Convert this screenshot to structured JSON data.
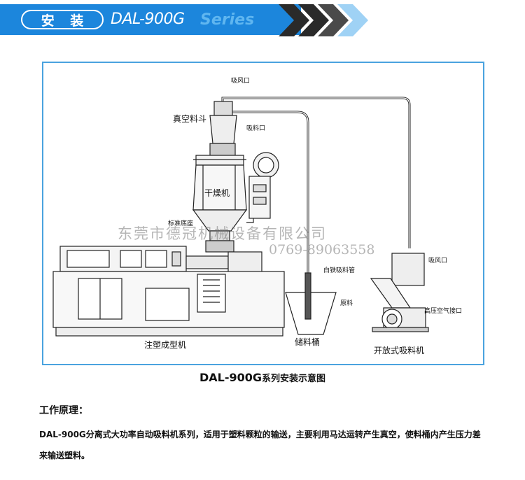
{
  "banner": {
    "title": "安 装",
    "model": "DAL-900G",
    "series": "Series",
    "colors": {
      "bar": "#1c86dc",
      "chevron_dark": "#2a2a2a",
      "chevron_light": "#9fd2f5"
    }
  },
  "diagram": {
    "labels": {
      "air_suction": "吸风口",
      "vacuum_hopper": "真空料斗",
      "material_inlet": "吸料口",
      "dryer": "干燥机",
      "standard_base": "标准底座",
      "white_iron_pipe": "白铁吸料管",
      "raw_material": "原料",
      "storage_bucket": "储料桶",
      "injection_machine": "注塑成型机",
      "air_suction_2": "吸风口",
      "high_pressure_air": "高压空气接口",
      "open_loader": "开放式吸料机"
    },
    "watermark": {
      "company": "东莞市德冠机械设备有限公司",
      "phone": "0769-89063558"
    }
  },
  "caption": {
    "model": "DAL-900G",
    "text": "系列安装示意图"
  },
  "principle": {
    "title": "工作原理：",
    "body": "DAL-900G分离式大功率自动吸料机系列，适用于塑料颗粒的输送，主要利用马达运转产生真空，使料桶内产生压力差来输送塑料。"
  }
}
